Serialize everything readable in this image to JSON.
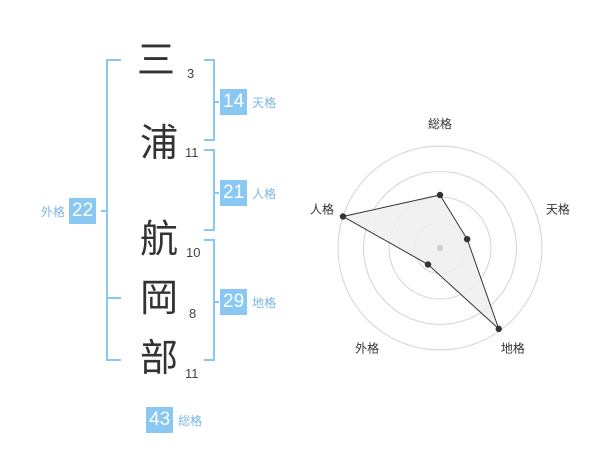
{
  "name": {
    "chars": [
      {
        "char": "三",
        "strokes": "3"
      },
      {
        "char": "浦",
        "strokes": "11"
      },
      {
        "char": "航",
        "strokes": "10"
      },
      {
        "char": "岡",
        "strokes": "8"
      },
      {
        "char": "部",
        "strokes": "11"
      }
    ]
  },
  "fortune": {
    "tenkaku": {
      "label": "天格",
      "value": "14"
    },
    "jinkaku": {
      "label": "人格",
      "value": "21"
    },
    "chikaku": {
      "label": "地格",
      "value": "29"
    },
    "gaikaku": {
      "label": "外格",
      "value": "22"
    },
    "soukaku": {
      "label": "総格",
      "value": "43"
    }
  },
  "colors": {
    "accent": "#89c8f3",
    "accent_text": "#7ab8e2",
    "bracket": "#89c8f3",
    "radar_fill": "#eeeeee",
    "radar_line": "#333333"
  },
  "chart_data": {
    "type": "radar",
    "axes": [
      "総格",
      "天格",
      "地格",
      "外格",
      "人格"
    ],
    "values": [
      0.52,
      0.28,
      0.98,
      0.2,
      1.0
    ],
    "rings": 4,
    "range": [
      0,
      1
    ]
  }
}
